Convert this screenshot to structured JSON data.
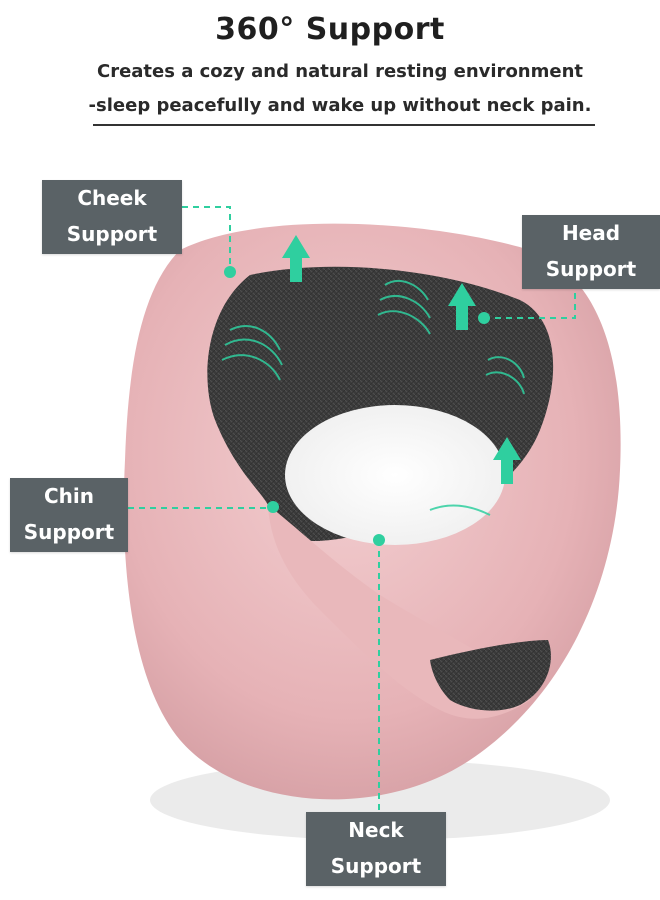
{
  "header": {
    "title": "360° Support",
    "line1": "Creates a cozy and natural resting environment",
    "line2": "-sleep peacefully and wake up without neck pain."
  },
  "labels": {
    "cheek": [
      "Cheek",
      "Support"
    ],
    "head": [
      "Head",
      "Support"
    ],
    "chin": [
      "Chin",
      "Support"
    ],
    "neck": [
      "Neck",
      "Support"
    ]
  },
  "colors": {
    "label_bg": "#5a6266",
    "pillow_pink": "#e8b6b9",
    "mesh_dark": "#3a3a3a",
    "accent_teal": "#2fcf9f"
  }
}
